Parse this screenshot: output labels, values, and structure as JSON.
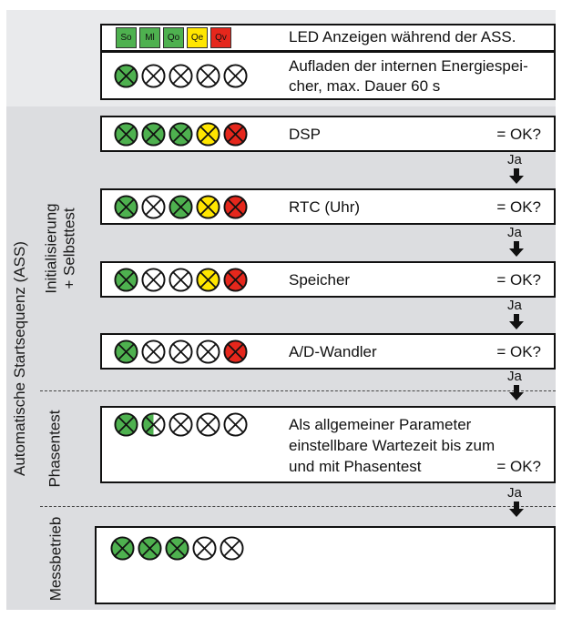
{
  "colors": {
    "green": "#4eb14f",
    "yellow": "#ffe600",
    "red": "#e5271c",
    "off": "#ffffff"
  },
  "section_labels": {
    "outer": "Automatische Startsequenz (ASS)",
    "init_line1": "Initialisierung",
    "init_line2": "+ Selbsttest",
    "phase": "Phasentest",
    "mess": "Messbetrieb"
  },
  "legend": {
    "codes": [
      {
        "label": "So",
        "color": "#4eb14f"
      },
      {
        "label": "Ml",
        "color": "#4eb14f"
      },
      {
        "label": "Qo",
        "color": "#4eb14f"
      },
      {
        "label": "Qe",
        "color": "#ffe600"
      },
      {
        "label": "Qv",
        "color": "#e5271c"
      }
    ],
    "text": "LED Anzeigen während der ASS."
  },
  "charging": {
    "leds": [
      "green",
      "off",
      "off",
      "off",
      "off"
    ],
    "line1": "Aufladen der internen Energiespei-",
    "line2": "cher, max. Dauer 60 s"
  },
  "steps": [
    {
      "leds": [
        "green",
        "green",
        "green",
        "yellow",
        "red"
      ],
      "label": "DSP",
      "check": "= OK?",
      "next": "Ja"
    },
    {
      "leds": [
        "green",
        "off",
        "green",
        "yellow",
        "red"
      ],
      "label": "RTC (Uhr)",
      "check": "= OK?",
      "next": "Ja"
    },
    {
      "leds": [
        "green",
        "off",
        "off",
        "yellow",
        "red"
      ],
      "label": "Speicher",
      "check": "= OK?",
      "next": "Ja"
    },
    {
      "leds": [
        "green",
        "off",
        "off",
        "off",
        "red"
      ],
      "label": "A/D-Wandler",
      "check": "= OK?",
      "next": "Ja"
    }
  ],
  "phase_step": {
    "leds": [
      "green",
      "half-green",
      "off",
      "off",
      "off"
    ],
    "line1": "Als allgemeiner Parameter",
    "line2": "einstellbare Wartezeit bis zum",
    "line3": "und mit Phasentest",
    "check": "= OK?",
    "next": "Ja"
  },
  "measure": {
    "leds": [
      "green",
      "green",
      "green",
      "off",
      "off"
    ]
  }
}
